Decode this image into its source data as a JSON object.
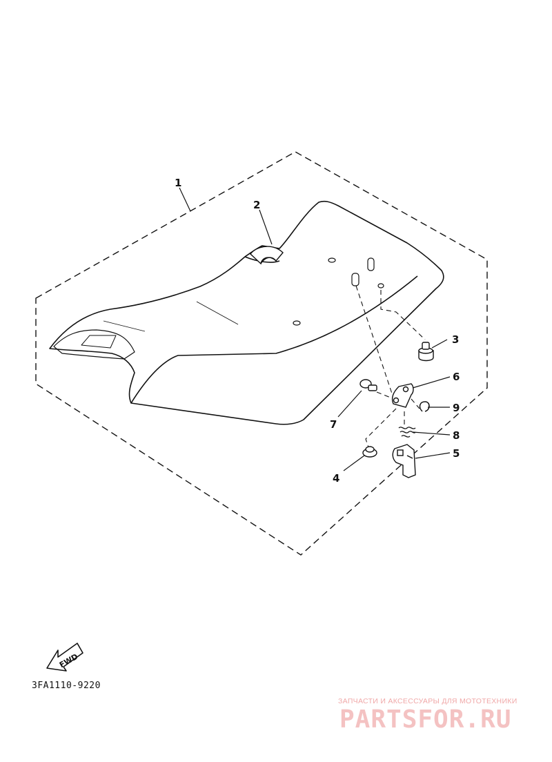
{
  "callouts": {
    "c1": "1",
    "c2": "2",
    "c3": "3",
    "c4": "4",
    "c5": "5",
    "c6": "6",
    "c7": "7",
    "c8": "8",
    "c9": "9"
  },
  "fwd_label": "FWD",
  "diagram_code": "3FA1110-9220",
  "watermark": {
    "tagline": "ЗАПЧАСТИ И АКСЕССУАРЫ ДЛЯ МОТОТЕХНИКИ",
    "logo": "PARTSFOR.RU",
    "color": "#f4c2c2"
  }
}
